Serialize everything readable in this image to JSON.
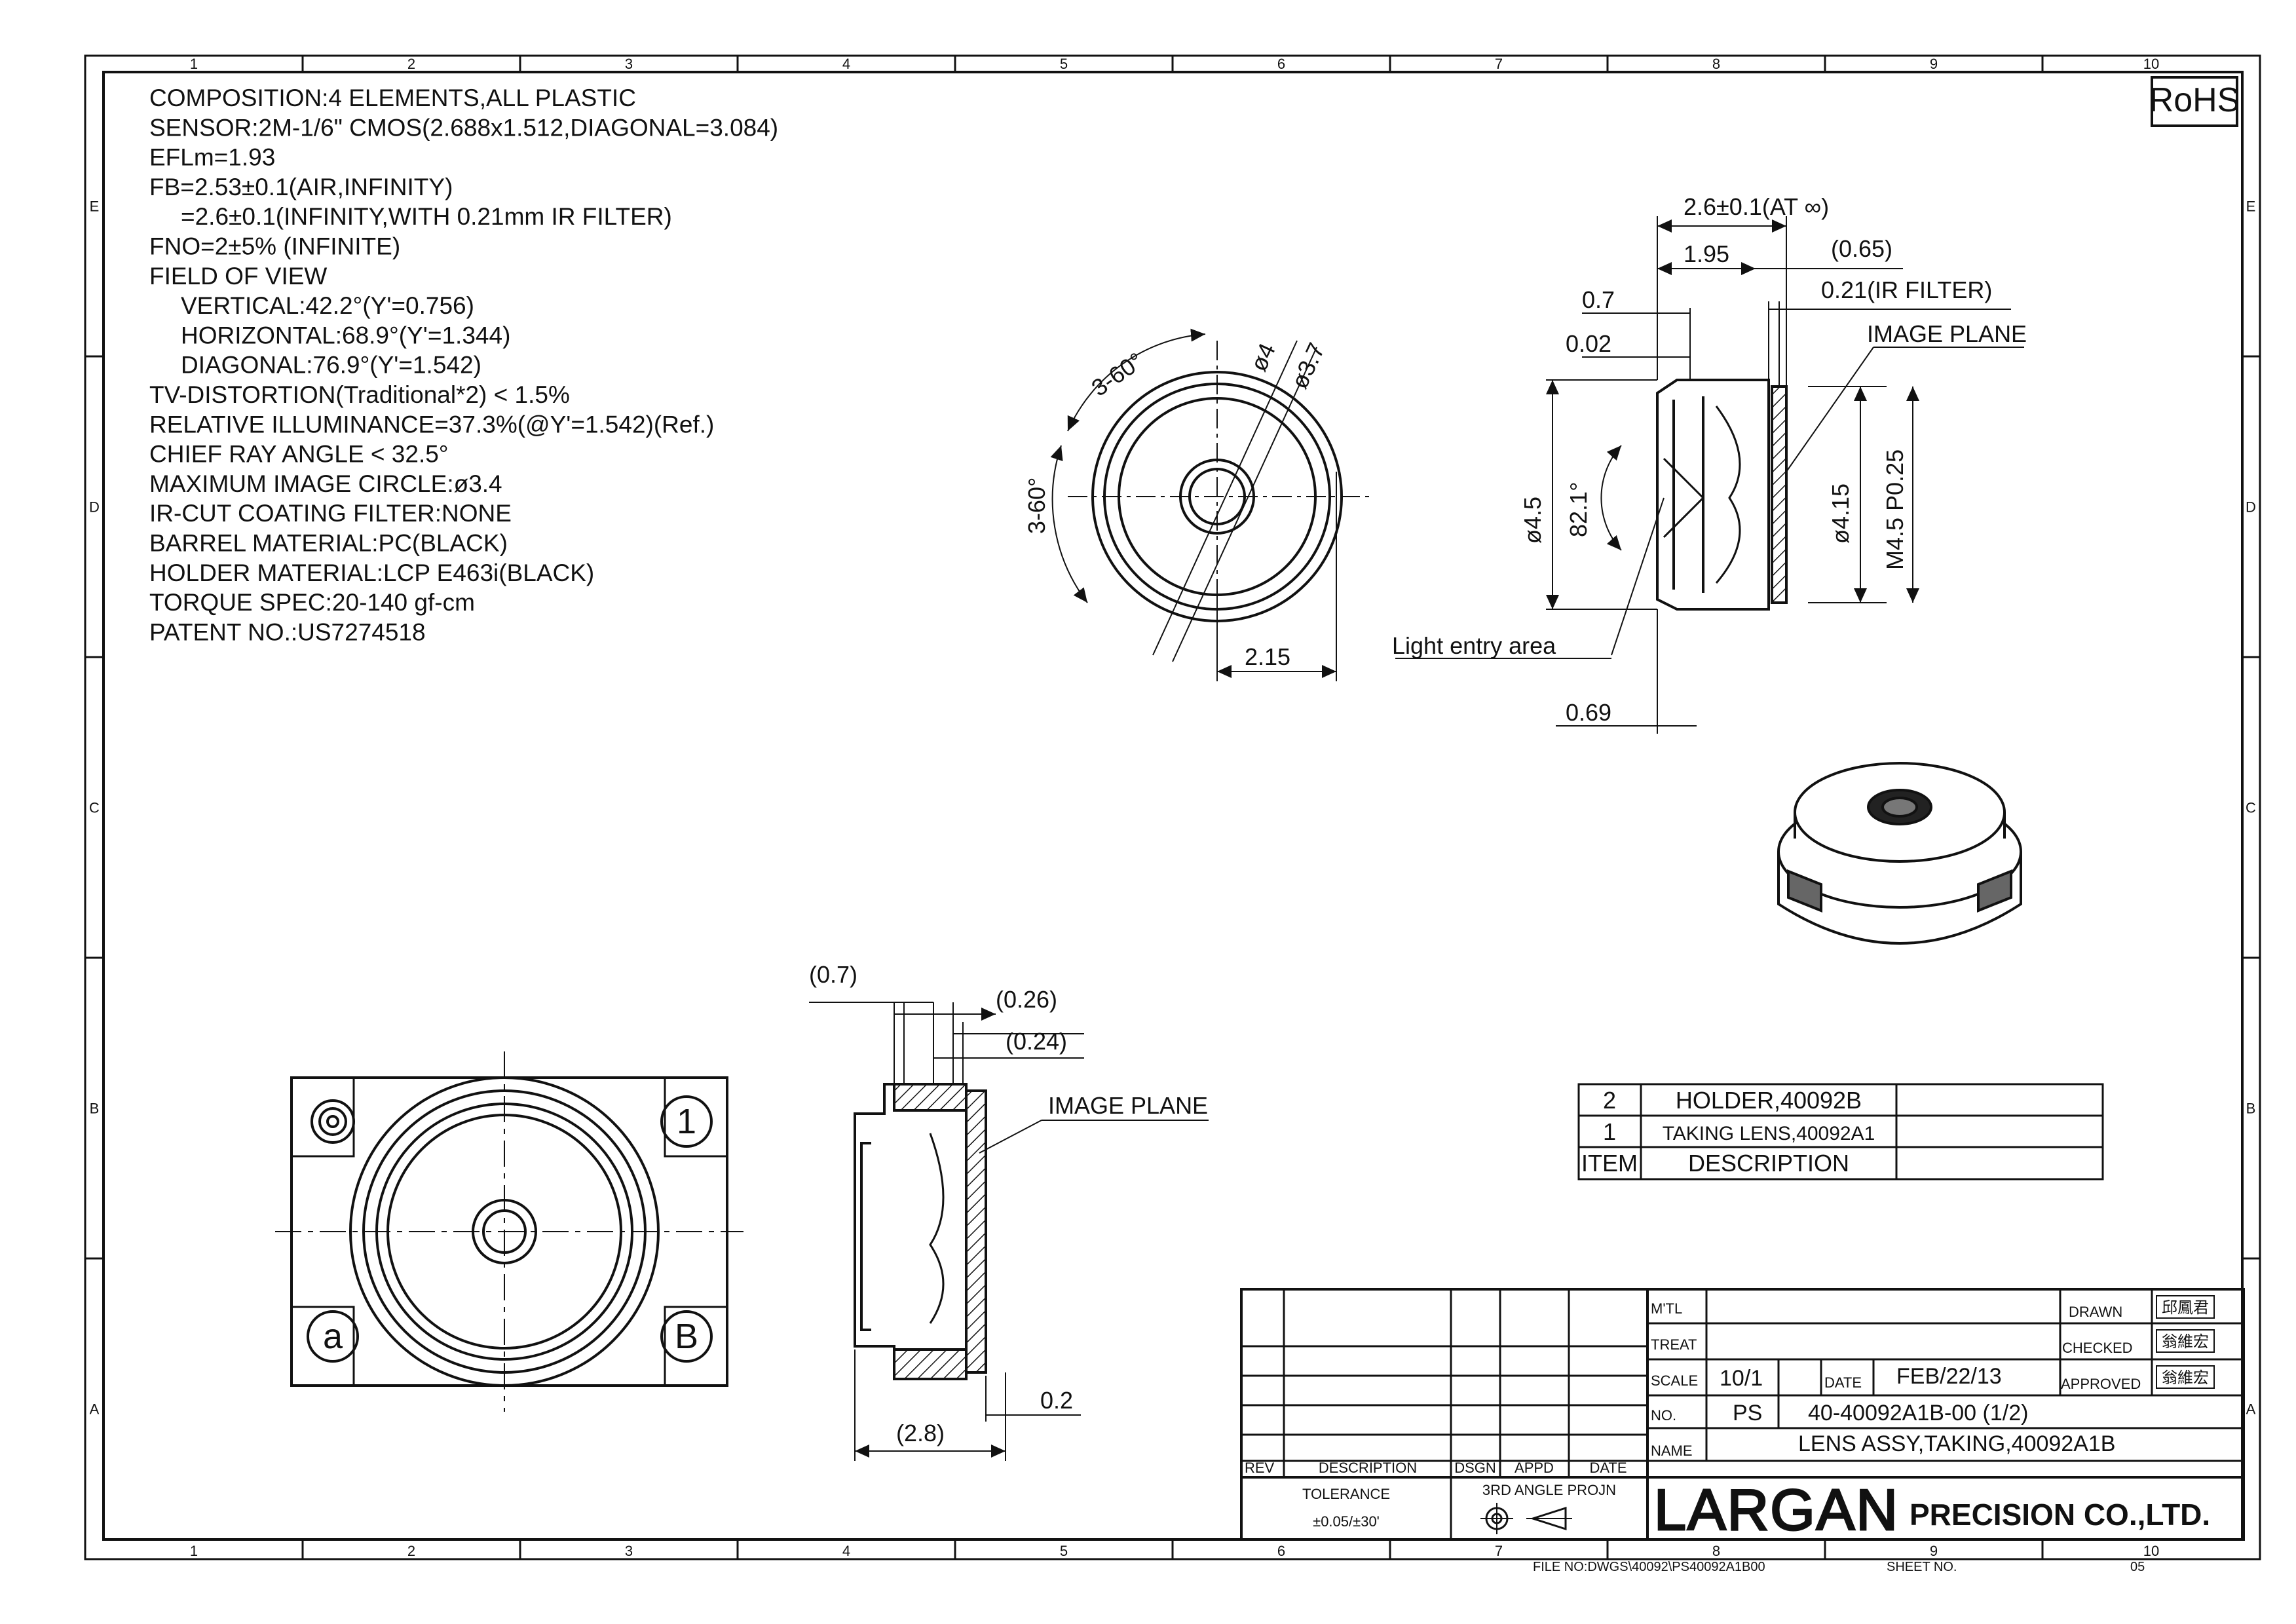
{
  "drawing": {
    "rohs": "RoHS",
    "zones": {
      "columns": [
        "1",
        "2",
        "3",
        "4",
        "5",
        "6",
        "7",
        "8",
        "9",
        "10"
      ],
      "rows": [
        "E",
        "D",
        "C",
        "B",
        "A"
      ]
    },
    "specs": [
      "COMPOSITION:4 ELEMENTS,ALL PLASTIC",
      "SENSOR:2M-1/6\" CMOS(2.688x1.512,DIAGONAL=3.084)",
      "EFLm=1.93",
      "FB=2.53±0.1(AIR,INFINITY)",
      "=2.6±0.1(INFINITY,WITH 0.21mm IR FILTER)",
      "FNO=2±5% (INFINITE)",
      "FIELD OF VIEW",
      "VERTICAL:42.2°(Y'=0.756)",
      "HORIZONTAL:68.9°(Y'=1.344)",
      "DIAGONAL:76.9°(Y'=1.542)",
      "TV-DISTORTION(Traditional*2) < 1.5%",
      "RELATIVE ILLUMINANCE=37.3%(@Y'=1.542)(Ref.)",
      "CHIEF RAY ANGLE < 32.5°",
      "MAXIMUM IMAGE CIRCLE:ø3.4",
      "IR-CUT COATING FILTER:NONE",
      "BARREL MATERIAL:PC(BLACK)",
      "HOLDER MATERIAL:LCP E463i(BLACK)",
      "TORQUE SPEC:20-140 gf-cm",
      "PATENT NO.:US7274518"
    ],
    "front_view": {
      "angle_top": "3-60°",
      "angle_left": "3-60°",
      "dia_outer": "ø4",
      "dia_inner": "ø3.7",
      "width": "2.15"
    },
    "section_view": {
      "overall": "2.6±0.1(AT ∞)",
      "len_195": "1.95",
      "len_065": "(0.65)",
      "len_07": "0.7",
      "ir_filter": "0.21(IR FILTER)",
      "len_002": "0.02",
      "image_plane": "IMAGE PLANE",
      "dia_45": "ø4.5",
      "angle": "82.1°",
      "dia_415": "ø4.15",
      "thread": "M4.5 P0.25",
      "light_entry": "Light entry area",
      "len_069": "0.69"
    },
    "holder_side": {
      "d07": "(0.7)",
      "d026": "(0.26)",
      "d024": "(0.24)",
      "image_plane": "IMAGE PLANE",
      "d02": "0.2",
      "d28": "(2.8)"
    },
    "holder_top": {
      "mark1": "1",
      "mark_a": "a",
      "mark_b": "B"
    },
    "bom": {
      "rows": [
        {
          "item": "2",
          "desc": "HOLDER,40092B"
        },
        {
          "item": "1",
          "desc": "TAKING LENS,40092A1"
        }
      ],
      "header_item": "ITEM",
      "header_desc": "DESCRIPTION"
    },
    "title_block": {
      "mtl": "M'TL",
      "treat": "TREAT",
      "scale_label": "SCALE",
      "scale": "10/1",
      "date_label": "DATE",
      "date": "FEB/22/13",
      "no_label": "NO.",
      "no_prefix": "PS",
      "drawing_no": "40-40092A1B-00 (1/2)",
      "name_label": "NAME",
      "name": "LENS ASSY,TAKING,40092A1B",
      "drawn": "DRAWN",
      "checked": "CHECKED",
      "approved": "APPROVED",
      "stamp1": "邱鳳君",
      "stamp2": "翁維宏",
      "stamp3": "翁維宏",
      "rev": "REV",
      "description": "DESCRIPTION",
      "dsgn": "DSGN",
      "appd": "APPD",
      "date_col": "DATE",
      "tolerance": "TOLERANCE",
      "tolerance_val": "±0.05/±30'",
      "projection": "3RD ANGLE PROJN",
      "company_logo": "LARGAN",
      "company": "PRECISION CO.,LTD.",
      "file_no": "FILE NO:DWGS\\40092\\PS40092A1B00",
      "sheet_no": "SHEET NO.",
      "sheet_val": "05"
    }
  }
}
